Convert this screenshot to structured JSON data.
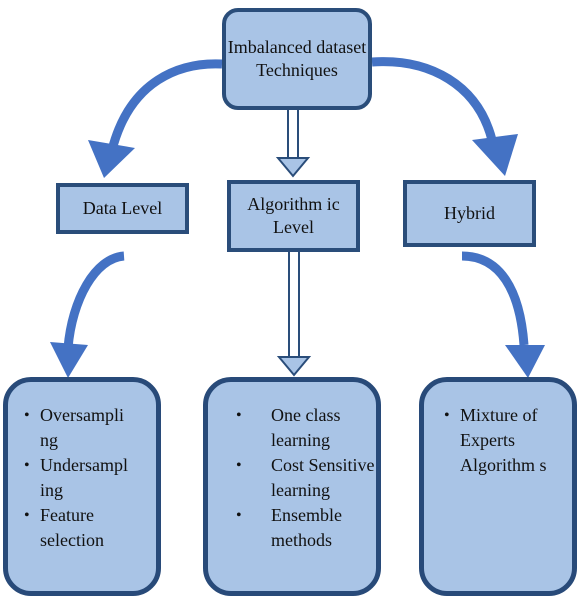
{
  "root": {
    "label": "Imbalanced dataset Techniques"
  },
  "levels": [
    {
      "label": "Data Level"
    },
    {
      "label": "Algorithm ic Level"
    },
    {
      "label": "Hybrid"
    }
  ],
  "leaves": {
    "data_level": [
      "Oversampli ng",
      "Undersampl ing",
      "Feature selection"
    ],
    "algorithmic_level": [
      "One class learning",
      "Cost Sensitive learning",
      "Ensemble methods"
    ],
    "hybrid": [
      "Mixture of Experts Algorithm s"
    ]
  },
  "colors": {
    "box_fill": "#a9c4e6",
    "box_border": "#2a4d7a",
    "arrow": "#4472c4"
  }
}
